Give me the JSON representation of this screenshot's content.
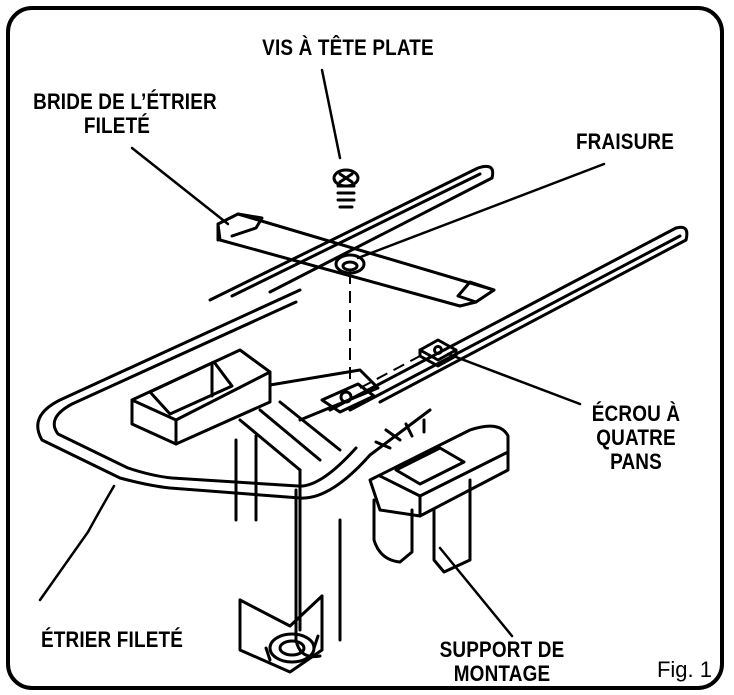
{
  "labels": {
    "flat_head_screw": "VIS À TÊTE PLATE",
    "bracket_line1": "BRIDE DE L’ÉTRIER",
    "bracket_line2": "FILETÉ",
    "countersink": "FRAISURE",
    "square_nut_line1": "ÉCROU À",
    "square_nut_line2": "QUATRE",
    "square_nut_line3": "PANS",
    "threaded_trolley": "ÉTRIER FILETÉ",
    "mount_line1": "SUPPORT DE",
    "mount_line2": "MONTAGE"
  },
  "figure_caption": "Fig. 1"
}
